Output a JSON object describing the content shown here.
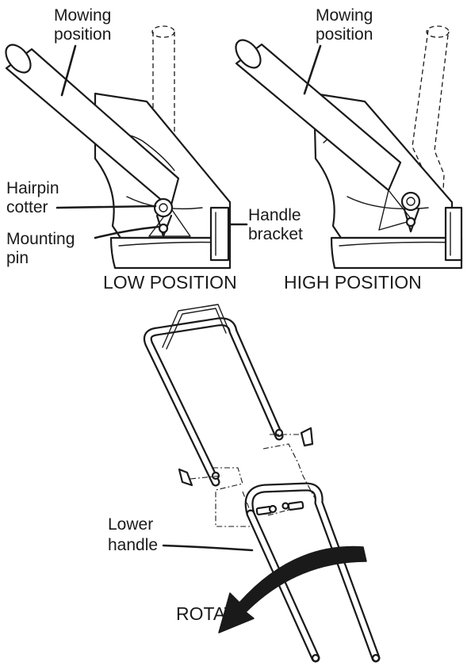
{
  "panels": {
    "low": {
      "caption": "LOW POSITION",
      "mowing_label": [
        "Mowing",
        "position"
      ],
      "hairpin_label": [
        "Hairpin",
        "cotter"
      ],
      "pin_label": [
        "Mounting",
        "pin"
      ],
      "bracket_label": [
        "Handle",
        "bracket"
      ]
    },
    "high": {
      "caption": "HIGH POSITION",
      "mowing_label": [
        "Mowing",
        "position"
      ]
    }
  },
  "assembly": {
    "lower_handle_label": [
      "Lower",
      "handle"
    ],
    "rotate_label": "ROTATE"
  },
  "colors": {
    "ink": "#1a1a1a",
    "paper": "#ffffff"
  },
  "icons": [
    "rotate-arrow-icon"
  ]
}
